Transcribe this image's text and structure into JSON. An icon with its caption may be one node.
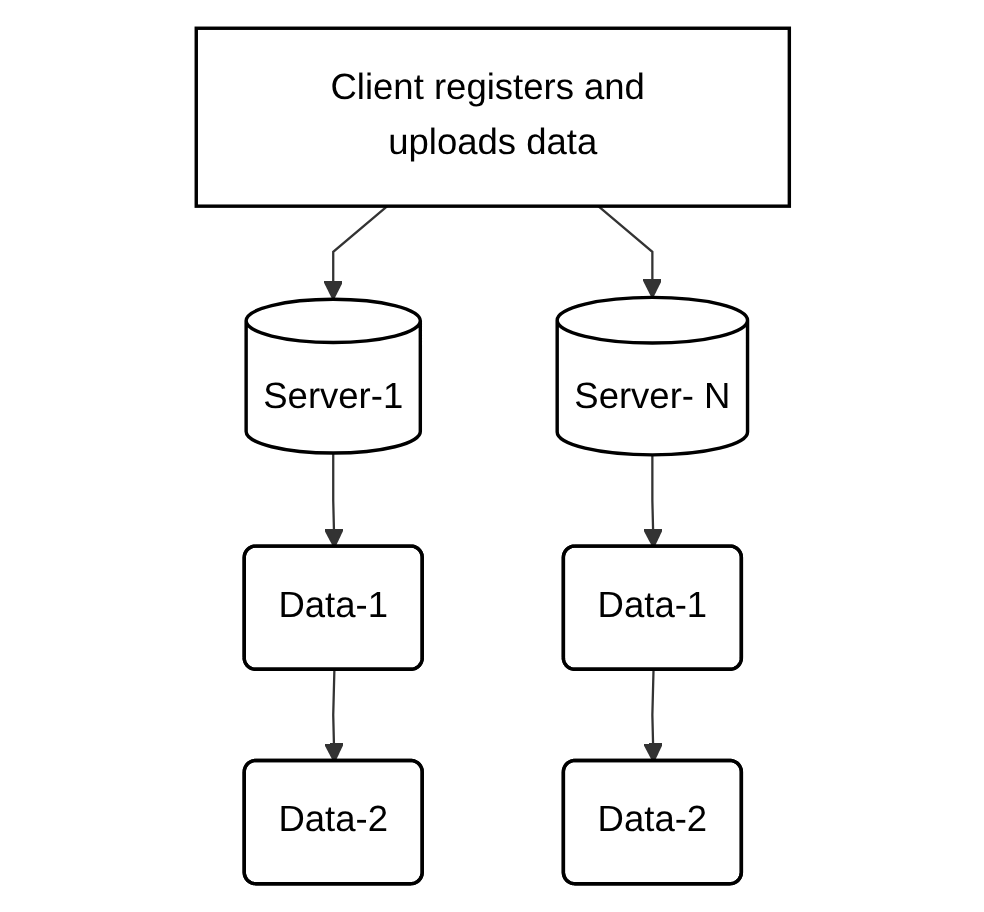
{
  "diagram": {
    "nodes": [
      {
        "text": [
          "Client registers and uploads data"
        ]
      },
      {
        "text": [
          "Server-1"
        ]
      },
      {
        "text": [
          "Server- N"
        ]
      },
      {
        "text": [
          "Data-1"
        ]
      },
      {
        "text": [
          "Data-2"
        ]
      },
      {
        "text": [
          "Data-1"
        ]
      },
      {
        "text": [
          "Data-2"
        ]
      }
    ],
    "edges": [
      {
        "from": 0,
        "to": 1,
        "arrow": "to"
      },
      {
        "from": 0,
        "to": 2,
        "arrow": "to"
      },
      {
        "from": 1,
        "to": 3,
        "arrow": "to"
      },
      {
        "from": 3,
        "to": 4,
        "arrow": "to"
      },
      {
        "from": 2,
        "to": 5,
        "arrow": "to"
      },
      {
        "from": 5,
        "to": 6,
        "arrow": "to"
      }
    ]
  }
}
